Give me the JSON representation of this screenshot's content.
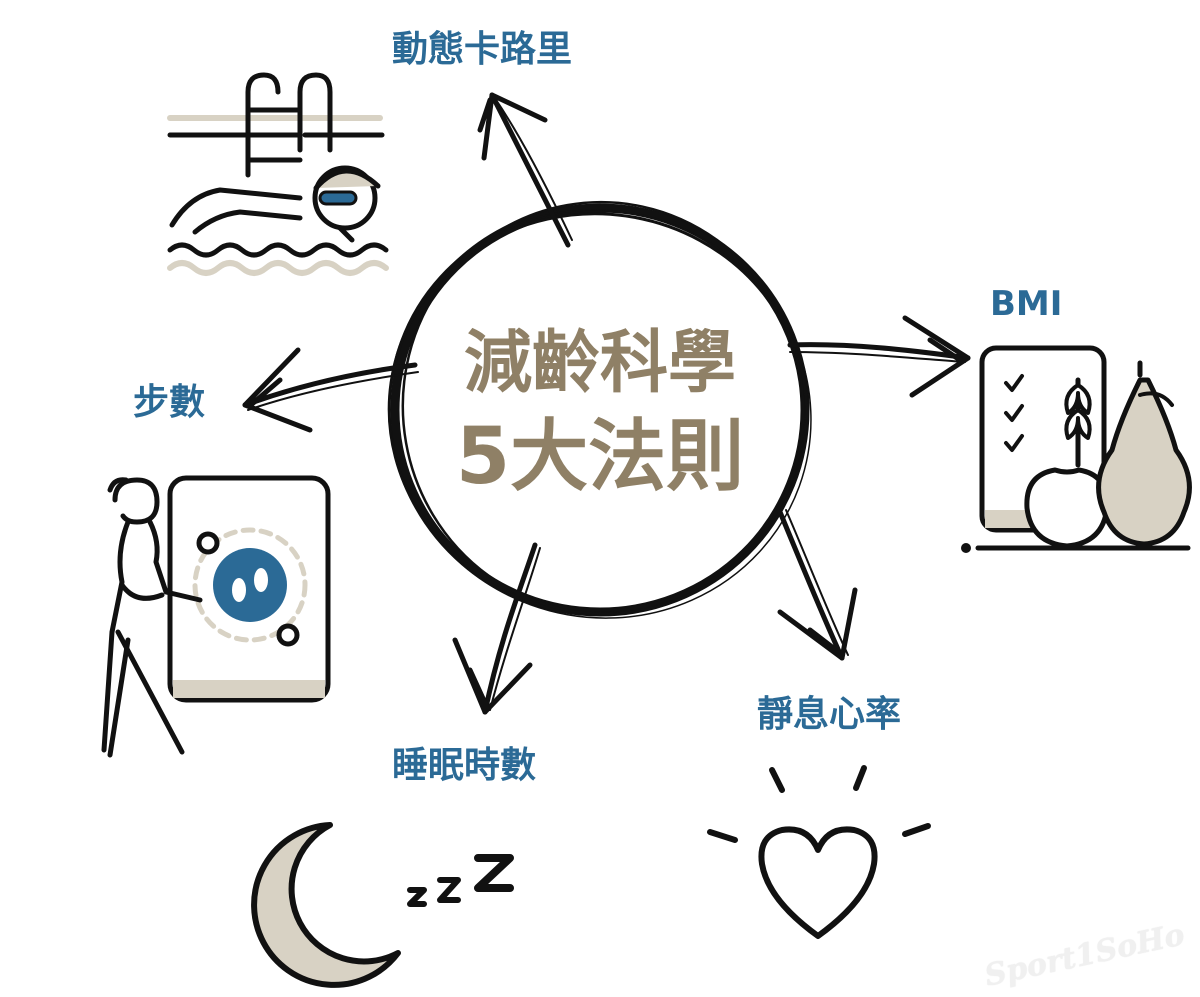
{
  "center": {
    "line1": "減齡科學",
    "line2": "5大法則"
  },
  "rules": {
    "calories": "動態卡路里",
    "bmi": "BMI",
    "steps": "步數",
    "sleep": "睡眠時數",
    "heart_rate": "靜息心率"
  },
  "watermark": "Sport1SoHo",
  "colors": {
    "label": "#2b6a96",
    "center_text": "#8f8066",
    "ink": "#111111",
    "beige": "#d8d2c4",
    "badge": "#2b6a96"
  },
  "icons": [
    "swimmer-icon",
    "scale-food-icon",
    "walker-step-counter-icon",
    "moon-sleep-icon",
    "heart-pulse-icon"
  ]
}
